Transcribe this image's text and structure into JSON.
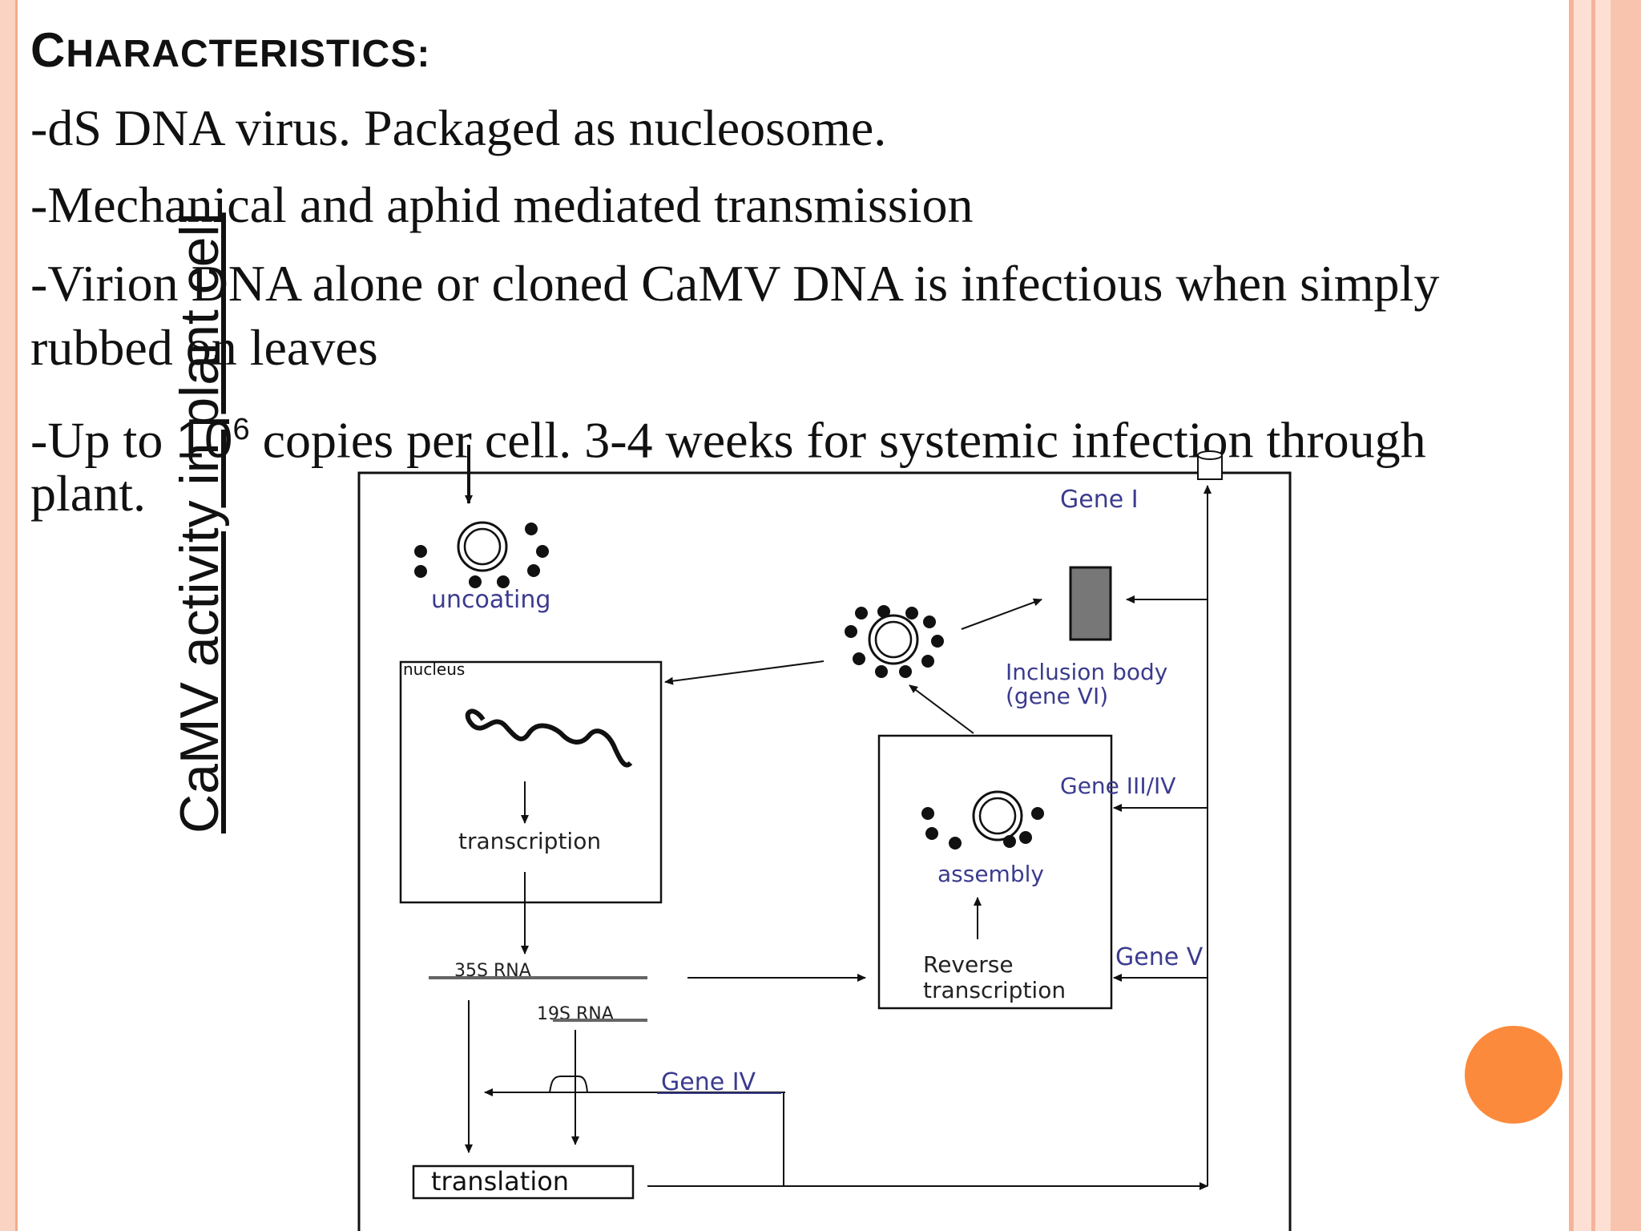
{
  "slide": {
    "title_first": "C",
    "title_rest": "HARACTERISTICS:",
    "bullets": [
      "-dS DNA virus. Packaged as nucleosome.",
      "-Mechanical and aphid mediated transmission",
      "-Virion DNA alone or cloned CaMV DNA is infectious when simply",
      "rubbed on leaves"
    ],
    "bullet4_pre": "-Up to ",
    "bullet4_base": "10",
    "bullet4_exp": "6",
    "bullet4_post": " copies per cell. 3-4 weeks for systemic infection through",
    "bullet4_line2": "plant.",
    "side_caption": "CaMV activity in plant cell"
  },
  "diagram": {
    "uncoating": "uncoating",
    "nucleus": "nucleus",
    "transcription": "transcription",
    "rna35s": "35S RNA",
    "rna19s": "19S RNA",
    "translation": "translation",
    "gene_i": "Gene I",
    "inclusion_body_1": "Inclusion body",
    "inclusion_body_2": "(gene VI)",
    "gene_iii_iv": "Gene III/IV",
    "assembly": "assembly",
    "reverse_1": "Reverse",
    "reverse_2": "transcription",
    "gene_v": "Gene V",
    "gene_iv": "Gene IV"
  },
  "colors": {
    "accent": "#fc8a3c",
    "border": "#fad3c3",
    "label_blue": "#2e3a8c"
  }
}
